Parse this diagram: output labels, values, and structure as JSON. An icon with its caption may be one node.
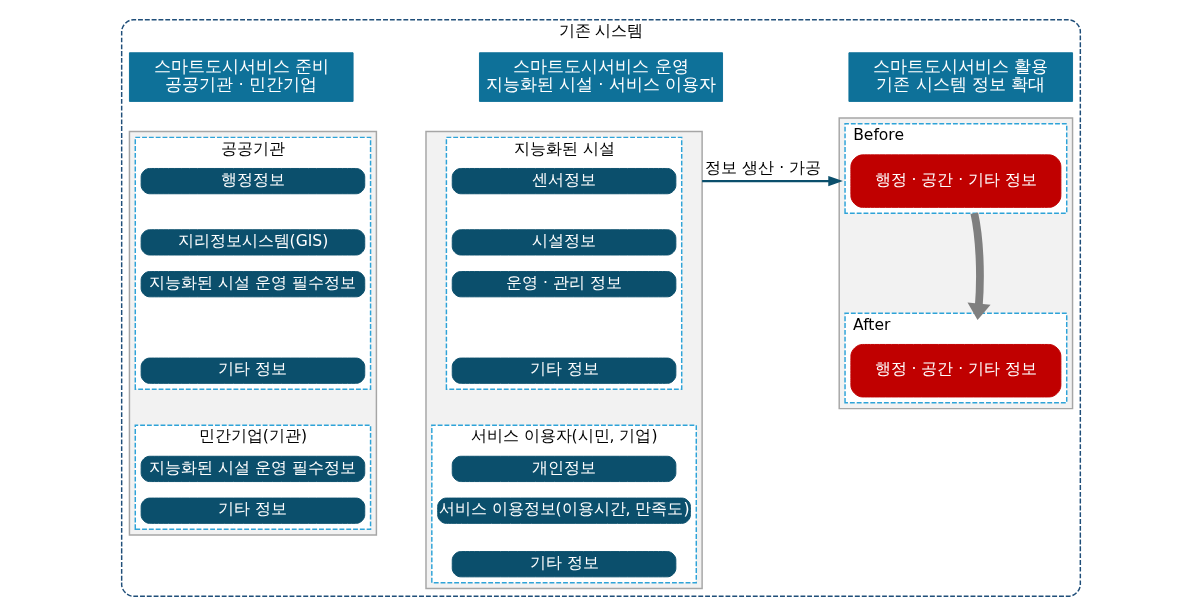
{
  "diagram": {
    "nodes": [
      {
        "text": [
          "기존 시스템"
        ]
      },
      {
        "text": [
          "스마트도시서비스 준비",
          "공공기관 · 민간기업"
        ],
        "in": 0
      },
      {
        "text": [],
        "shape": "box",
        "in": 0
      },
      {
        "text": [
          "공공기관"
        ],
        "in": 2
      },
      {
        "text": [
          "행정정보"
        ],
        "in": 3
      },
      {
        "text": [
          "지리정보시스템(GIS)"
        ],
        "in": 3
      },
      {
        "text": [
          "지능화된 시설 운영 필수정보"
        ],
        "in": 3
      },
      {
        "text": [
          "기타 정보"
        ],
        "in": 3
      },
      {
        "text": [
          "민간기업(기관)"
        ],
        "in": 2
      },
      {
        "text": [
          "지능화된 시설 운영 필수정보"
        ],
        "in": 8
      },
      {
        "text": [
          "기타 정보"
        ],
        "in": 8
      },
      {
        "text": [
          "스마트도시서비스 운영",
          "지능화된 시설 · 서비스 이용자"
        ],
        "in": 0
      },
      {
        "text": [],
        "shape": "box",
        "in": 0
      },
      {
        "text": [
          "지능화된 시설"
        ],
        "in": 12
      },
      {
        "text": [
          "센서정보"
        ],
        "in": 13
      },
      {
        "text": [
          "시설정보"
        ],
        "in": 13
      },
      {
        "text": [
          "운영 · 관리 정보"
        ],
        "in": 13
      },
      {
        "text": [
          "기타 정보"
        ],
        "in": 13
      },
      {
        "text": [
          "서비스 이용자(시민, 기업)"
        ],
        "in": 12
      },
      {
        "text": [
          "개인정보"
        ],
        "in": 18
      },
      {
        "text": [
          "서비스 이용정보(이용시간, 만족도)"
        ],
        "in": 18
      },
      {
        "text": [
          "기타 정보"
        ],
        "in": 18
      },
      {
        "text": [
          "스마트도시서비스 활용",
          "기존 시스템 정보 확대"
        ],
        "in": 0
      },
      {
        "text": [],
        "shape": "box",
        "in": 0
      },
      {
        "text": [
          "Before"
        ],
        "in": 23
      },
      {
        "text": [
          "행정 · 공간 · 기타 정보"
        ],
        "in": 24
      },
      {
        "text": [
          "After"
        ],
        "in": 23
      },
      {
        "text": [
          "행정 · 공간 · 기타 정보"
        ],
        "in": 26
      }
    ],
    "edges": [
      {
        "from": 12,
        "to": 23,
        "arrow": "to",
        "label": "정보 생산 · 가공"
      },
      {
        "from": 24,
        "to": 26,
        "arrow": "to",
        "style": "thick",
        "color": "#7f7f7f"
      }
    ]
  }
}
